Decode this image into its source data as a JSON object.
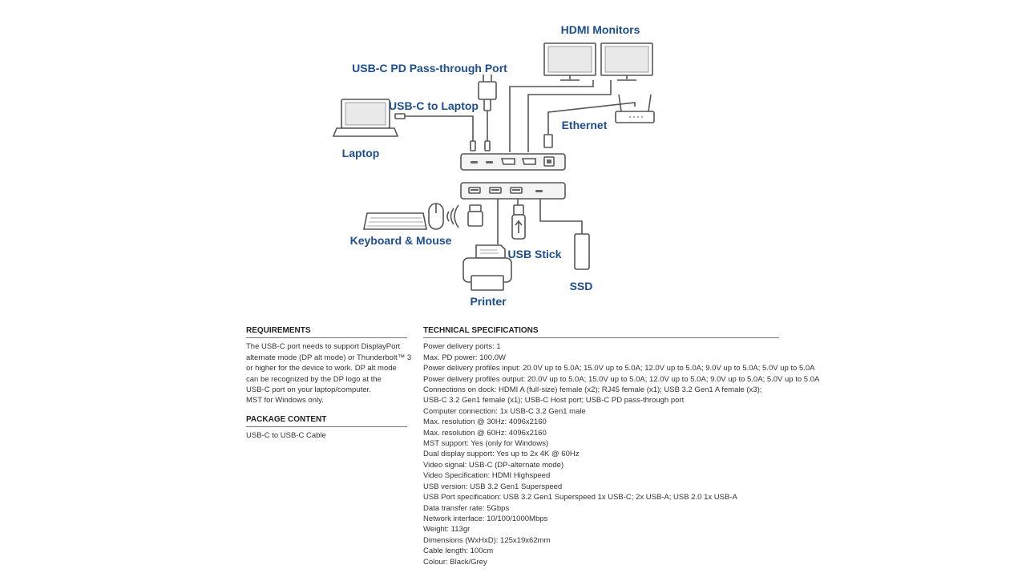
{
  "diagram": {
    "labels": {
      "hdmi_monitors": "HDMI Monitors",
      "usbc_pd": "USB-C PD Pass-through Port",
      "usbc_laptop": "USB-C to Laptop",
      "ethernet": "Ethernet",
      "laptop": "Laptop",
      "keyboard_mouse": "Keyboard & Mouse",
      "usb_stick": "USB Stick",
      "ssd": "SSD",
      "printer": "Printer"
    },
    "label_color": "#1d4e8f"
  },
  "requirements": {
    "title": "REQUIREMENTS",
    "lines": [
      "The USB-C port needs to support DisplayPort",
      "alternate mode (DP alt mode) or Thunderbolt™ 3",
      "or higher for the device to work. DP alt mode",
      "can be recognized by the DP logo at the",
      "USB-C port on your laptop/computer.",
      "MST for Windows only."
    ]
  },
  "package": {
    "title": "PACKAGE CONTENT",
    "lines": [
      "USB-C to USB-C Cable"
    ]
  },
  "tech": {
    "title": "TECHNICAL SPECIFICATIONS",
    "lines": [
      "Power delivery ports: 1",
      "Max. PD power: 100.0W",
      "Power delivery profiles input: 20.0V up to 5.0A; 15.0V up to 5.0A; 12.0V up to 5.0A; 9.0V up to 5.0A; 5.0V up to 5.0A",
      "Power delivery profiles output: 20.0V up to 5.0A; 15.0V up to 5.0A; 12.0V up to 5.0A; 9.0V up to 5.0A; 5.0V up to 5.0A",
      "Connections on dock: HDMI A (full-size) female (x2); RJ45 female (x1); USB 3.2 Gen1 A female (x3);",
      "USB-C 3.2 Gen1 female (x1); USB-C Host port; USB-C PD pass-through port",
      "Computer connection: 1x USB-C 3.2 Gen1 male",
      "Max. resolution @ 30Hz: 4096x2160",
      "Max. resolution @ 60Hz: 4096x2160",
      "MST support: Yes (only for Windows)",
      "Dual display support: Yes up to 2x 4K @ 60Hz",
      "Video signal: USB-C (DP-alternate mode)",
      "Video Specification: HDMI Highspeed",
      "USB version: USB 3.2 Gen1 Superspeed",
      "USB Port specification: USB 3.2 Gen1 Superspeed 1x USB-C; 2x USB-A; USB 2.0 1x USB-A",
      "Data transfer rate: 5Gbps",
      "Network interface: 10/100/1000Mbps",
      "Weight: 113gr",
      "Dimensions (WxHxD): 125x19x62mm",
      "Cable length: 100cm",
      "Colour: Black/Grey"
    ]
  }
}
